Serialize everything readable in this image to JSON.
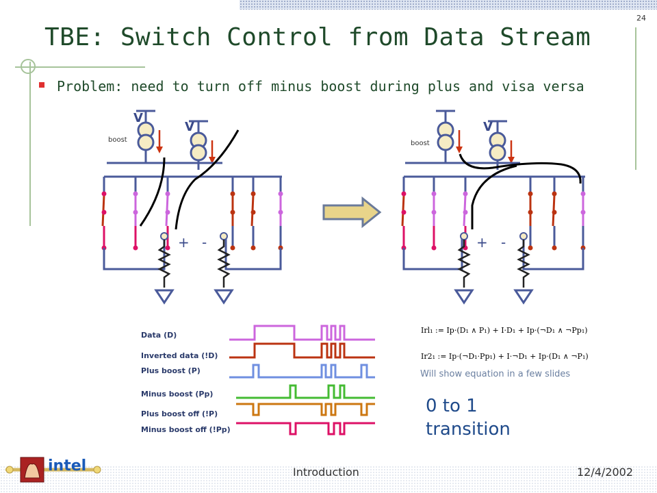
{
  "page_number": "24",
  "title": "TBE: Switch Control from Data Stream",
  "bullet": "Problem: need to turn off minus boost during plus and visa versa",
  "circuit": {
    "v_label": "V",
    "boost_label": "boost",
    "plus_label": "+",
    "minus_label": "-"
  },
  "signals": [
    {
      "label": "Data (D)",
      "color": "#cc66dd"
    },
    {
      "label": "Inverted data (!D)",
      "color": "#bb3311"
    },
    {
      "label": "Plus boost (P)",
      "color": "#6f8fe0"
    },
    {
      "label": "Minus boost (Pp)",
      "color": "#44bb33"
    },
    {
      "label": "Plus boost off (!P)",
      "color": "#cc7711"
    },
    {
      "label": "Minus boost off (!Pp)",
      "color": "#dd1166"
    }
  ],
  "equations": {
    "eq1": "Irl₁ := Ip·(D₁ ∧ P₁) + I·D₁ + Ip·(¬D₁ ∧ ¬Pp₁)",
    "eq2": "Ir2₁ := Ip·(¬D₁·Pp₁) + I·¬D₁ + Ip·(D₁ ∧ ¬P₁)"
  },
  "note": "Will show equation in a few slides",
  "transition_text": "0 to 1 transition",
  "footer": {
    "center": "Introduction",
    "date": "12/4/2002",
    "logo_text": "intel"
  },
  "colors": {
    "title": "#1f4a2a",
    "wire": "#4a5a9a",
    "accent_red": "#cc3311",
    "arrow_fill": "#e8d48a"
  }
}
